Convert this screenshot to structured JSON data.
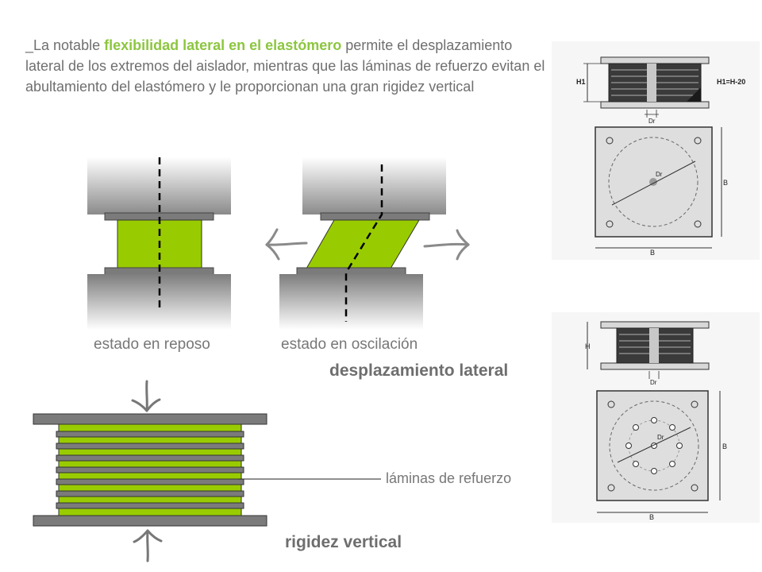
{
  "intro": {
    "prefix": "_La notable ",
    "highlight": "flexibilidad lateral en el elastómero",
    "suffix": " permite el desplazamiento lateral de los extremos del aislador, mientras que las láminas de refuerzo evitan el abultamiento del elastómero y le proporcionan una gran rigidez vertical"
  },
  "captions": {
    "rest": "estado en reposo",
    "oscillation": "estado en oscilación",
    "reinforcement": "láminas de refuerzo"
  },
  "headings": {
    "lateral": "desplazamiento lateral",
    "vertical": "rigidez vertical"
  },
  "drawing1": {
    "h1": "H1",
    "h1_formula": "H1=H-20",
    "dr": "Dr",
    "dr_top": "Dr",
    "b_side": "B",
    "b_bottom": "B"
  },
  "drawing2": {
    "h": "H",
    "dr": "Dr",
    "dr_top": "Dr",
    "b_side": "B",
    "b_bottom": "B"
  },
  "colors": {
    "elastomer": "#99cc00",
    "plate": "#808080",
    "highlight": "#8cc63f",
    "text": "#6f6f6f"
  }
}
